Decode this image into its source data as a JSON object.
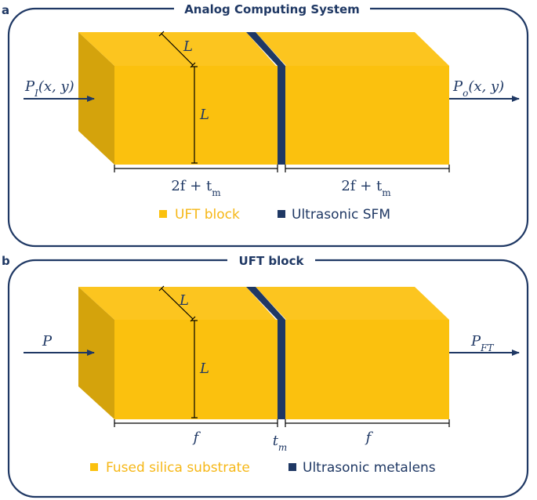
{
  "colors": {
    "frame": "#1f3864",
    "block_top": "#fcc51f",
    "block_front": "#fbc10e",
    "block_side": "#d4a30c",
    "metasurface": "#1f3864",
    "legend_uft_text": "#f6b716"
  },
  "panel_a": {
    "letter": "a",
    "title": "Analog Computing System",
    "input_label": "P_I(x, y)",
    "output_label": "P_o(x, y)",
    "depth_dim": "L",
    "height_dim": "L",
    "left_length": "2f + t_m",
    "right_length": "2f + t_m",
    "legend": [
      {
        "label": "UFT block",
        "swatch_color": "#fbc10e"
      },
      {
        "label": "Ultrasonic SFM",
        "swatch_color": "#1f3864"
      }
    ]
  },
  "panel_b": {
    "letter": "b",
    "title": "UFT block",
    "input_label": "P",
    "output_label": "P_FT",
    "depth_dim": "L",
    "height_dim": "L",
    "left_length": "f",
    "middle_length": "t_m",
    "right_length": "f",
    "legend": [
      {
        "label": "Fused silica substrate",
        "swatch_color": "#fbc10e"
      },
      {
        "label": "Ultrasonic metalens",
        "swatch_color": "#1f3864"
      }
    ]
  }
}
